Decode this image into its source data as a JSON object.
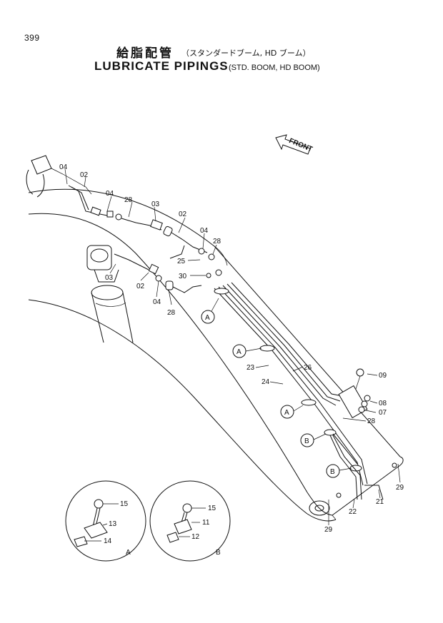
{
  "page_number": "399",
  "title_jp": "給脂配管",
  "title_jp_sub": "（スタンダードブーム, HD ブーム）",
  "title_en": "LUBRICATE PIPINGS",
  "title_en_sub": "(STD. BOOM, HD BOOM)",
  "front_label": "FRONT",
  "callouts": {
    "c04a": "04",
    "c02a": "02",
    "c04b": "04",
    "c28a": "28",
    "c03a": "03",
    "c02b": "02",
    "c04c": "04",
    "c28b": "28",
    "c25": "25",
    "c30": "30",
    "c03b": "03",
    "c02c": "02",
    "c04d": "04",
    "c28c": "28",
    "c23": "23",
    "c26": "26",
    "c24": "24",
    "c09": "09",
    "c08": "08",
    "c07": "07",
    "c28d": "28",
    "c21": "21",
    "c22": "22",
    "c29a": "29",
    "c29b": "29"
  },
  "section_markers": {
    "a1": "A",
    "a2": "A",
    "a3": "A",
    "b1": "B",
    "b2": "B"
  },
  "detail_a": {
    "label": "A",
    "c15": "15",
    "c13": "13",
    "c14": "14"
  },
  "detail_b": {
    "label": "B",
    "c15": "15",
    "c11": "11",
    "c12": "12"
  }
}
